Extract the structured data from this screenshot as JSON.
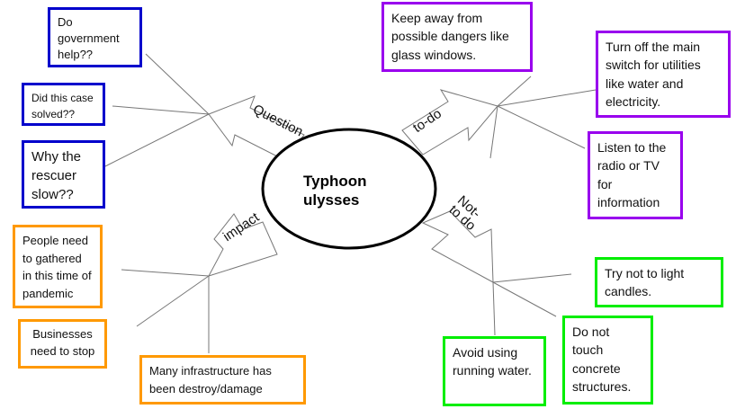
{
  "center": {
    "line1": "Typhoon",
    "line2": "ulysses"
  },
  "colors": {
    "question": "#0000cc",
    "todo": "#9900ee",
    "impact": "#ff9900",
    "notdo": "#00ee00",
    "line": "#777777"
  },
  "branches": {
    "question": {
      "label": "Question",
      "items": [
        {
          "text": "Do government help??"
        },
        {
          "text": "Did this case solved??"
        },
        {
          "text": "Why the rescuer slow??"
        }
      ]
    },
    "todo": {
      "label": "to-do",
      "items": [
        {
          "text": "Keep away from possible dangers like glass windows."
        },
        {
          "text": "Turn off the main switch for utilities like water and electricity."
        },
        {
          "text": "Listen to the radio or TV for information"
        }
      ]
    },
    "impact": {
      "label": "impact",
      "items": [
        {
          "text": "People need to gathered in this time of pandemic"
        },
        {
          "text": "Businesses need to stop"
        },
        {
          "text": "Many infrastructure has been destroy/damage"
        }
      ]
    },
    "notdo": {
      "label": "Not-to do",
      "items": [
        {
          "text": "Try not to light candles."
        },
        {
          "text": "Do not touch concrete structures."
        },
        {
          "text": "Avoid using running water."
        }
      ]
    }
  }
}
